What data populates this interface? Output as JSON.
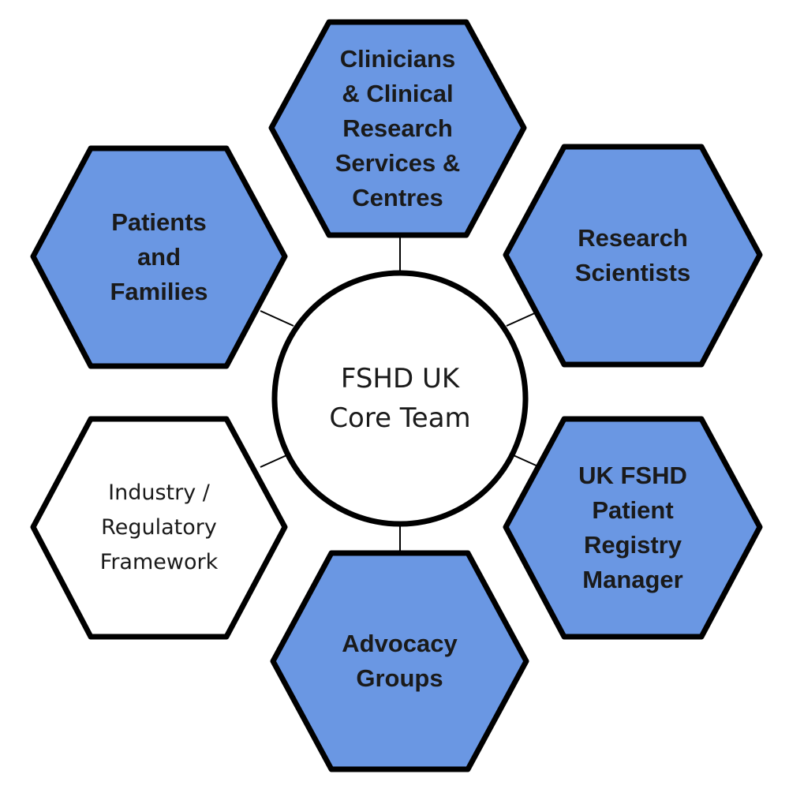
{
  "colors": {
    "accent": "#6a97e3",
    "outline": "#000000",
    "neutral": "#ffffff"
  },
  "center": {
    "label": "FSHD UK\nCore Team"
  },
  "nodes": [
    {
      "id": "clinicians",
      "label": "Clinicians\n& Clinical\nResearch\nServices &\nCentres",
      "filled": true
    },
    {
      "id": "research-scientists",
      "label": "Research\nScientists",
      "filled": true
    },
    {
      "id": "registry-manager",
      "label": "UK FSHD\nPatient\nRegistry\nManager",
      "filled": true
    },
    {
      "id": "advocacy-groups",
      "label": "Advocacy\nGroups",
      "filled": true
    },
    {
      "id": "industry-regulatory",
      "label": "Industry /\nRegulatory\nFramework",
      "filled": false
    },
    {
      "id": "patients-families",
      "label": "Patients\nand\nFamilies",
      "filled": true
    }
  ]
}
